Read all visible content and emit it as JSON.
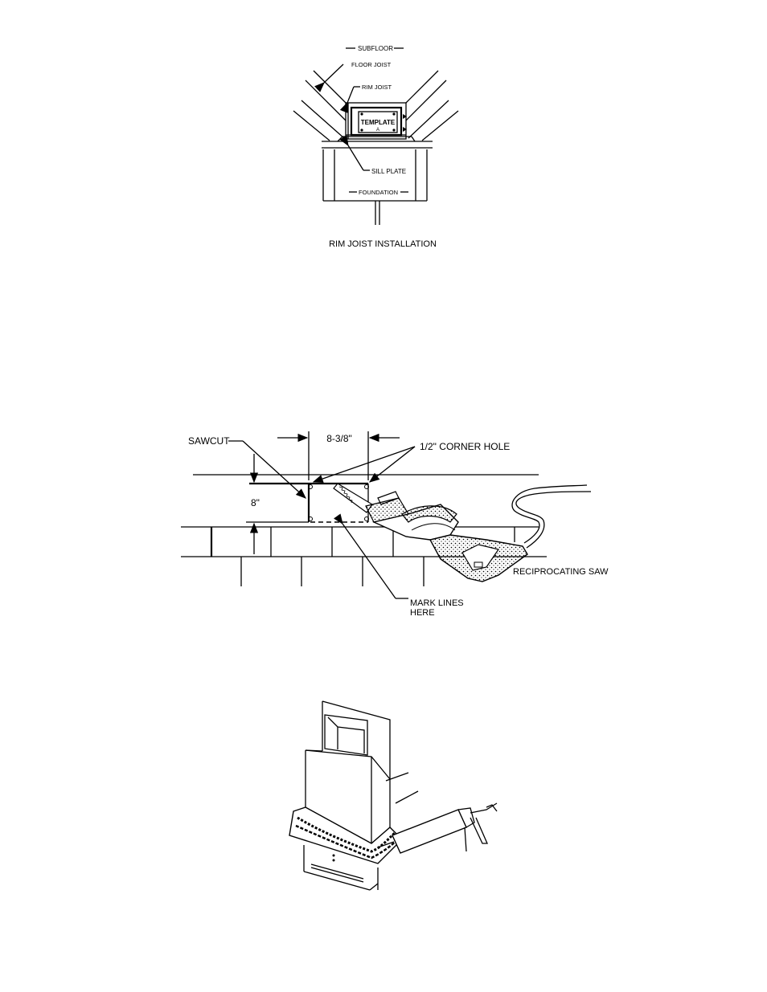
{
  "figure1": {
    "labels": {
      "subfloor": "SUBFLOOR",
      "floor_joist": "FLOOR JOIST",
      "rim_joist": "RIM JOIST",
      "template": "TEMPLATE",
      "template_letter": "A",
      "sill_plate": "SILL PLATE",
      "foundation": "FOUNDATION"
    },
    "caption": "RIM JOIST INSTALLATION"
  },
  "figure2": {
    "labels": {
      "sawcut": "SAWCUT",
      "width_dim": "8-3/8\"",
      "corner_hole": "1/2\" CORNER HOLE",
      "height_dim": "8\"",
      "saw": "RECIPROCATING SAW",
      "mark_lines_1": "MARK LINES",
      "mark_lines_2": "HERE"
    }
  },
  "figure3": {}
}
